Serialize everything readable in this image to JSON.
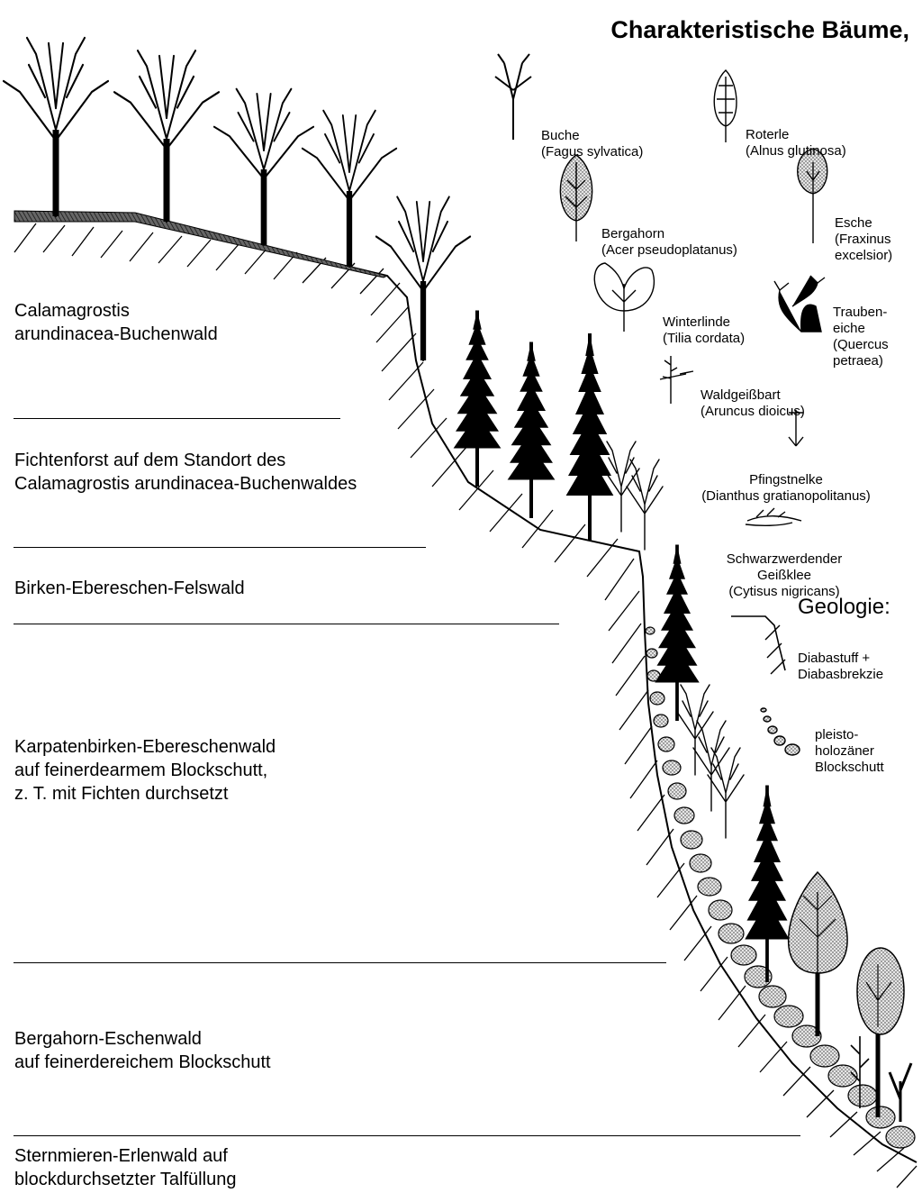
{
  "title": "Charakteristische Bäume,",
  "zones": [
    {
      "label": "Calamagrostis\narundinacea-Buchenwald"
    },
    {
      "label": "Fichtenforst auf dem Standort des\nCalamagrostis arundinacea-Buchenwaldes"
    },
    {
      "label": "Birken-Ebereschen-Felswald"
    },
    {
      "label": "Karpatenbirken-Ebereschenwald\nauf feinerdearmem Blockschutt,\nz. T. mit Fichten durchsetzt"
    },
    {
      "label": "Bergahorn-Eschenwald\nauf feinerdereichem Blockschutt"
    },
    {
      "label": "Sternmieren-Erlenwald auf\nblockdurchsetzter Talfüllung"
    }
  ],
  "legend": {
    "buche": {
      "name": "Buche",
      "latin": "(Fagus sylvatica)"
    },
    "roterle": {
      "name": "Roterle",
      "latin": "(Alnus glutinosa)"
    },
    "bergahorn": {
      "name": "Bergahorn",
      "latin": "(Acer pseudoplatanus)"
    },
    "esche": {
      "name": "Esche",
      "latin": "(Fraxinus\nexcelsior)"
    },
    "winterlinde": {
      "name": "Winterlinde",
      "latin": "(Tilia cordata)"
    },
    "traubeneiche": {
      "name": "Trauben-\neiche",
      "latin": "(Quercus\npetraea)"
    },
    "waldgeissbart": {
      "name": "Waldgeißbart",
      "latin": "(Aruncus dioicus)"
    },
    "pfingstnelke": {
      "name": "Pfingstnelke",
      "latin": "(Dianthus gratianopolitanus)"
    },
    "geissklee": {
      "name": "Schwarzwerdender\nGeißklee",
      "latin": "(Cytisus nigricans)"
    }
  },
  "geology": {
    "title": "Geologie:",
    "diabas": "Diabastuff +\nDiabasbrekzie",
    "blockschutt": "pleisto-\nholozäner\nBlockschutt"
  },
  "colors": {
    "ink": "#000000",
    "stipple": "#d8d8d8",
    "paper": "#ffffff"
  }
}
